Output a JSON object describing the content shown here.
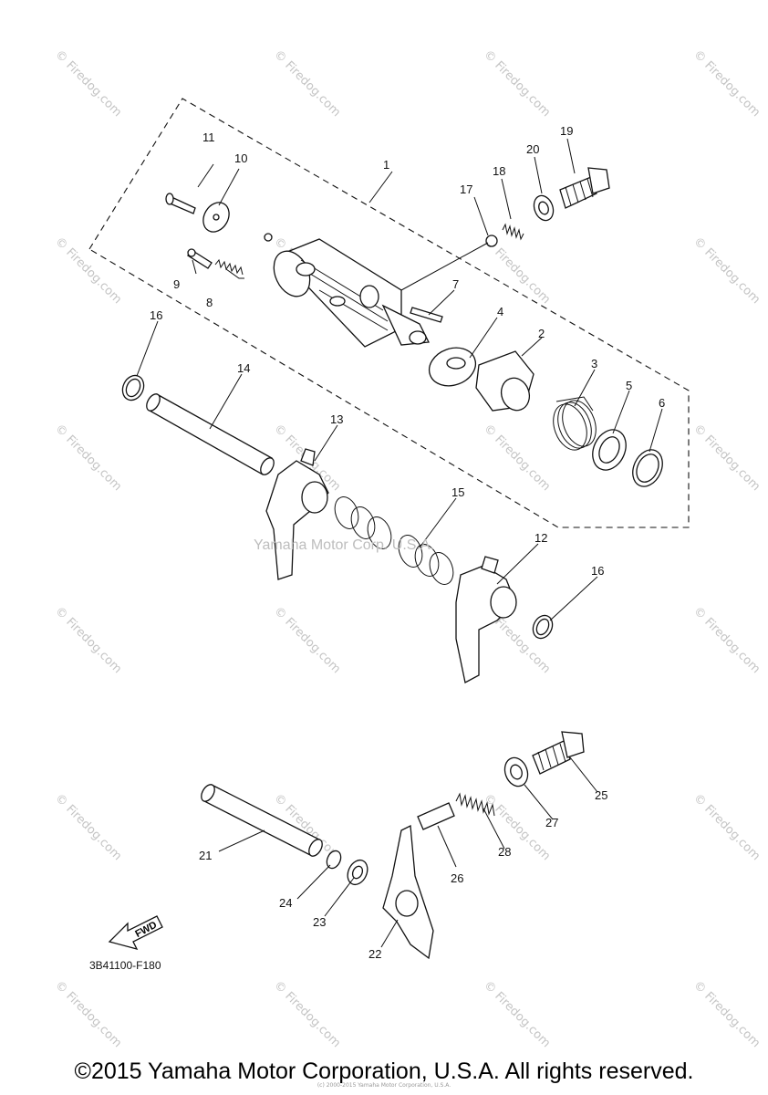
{
  "diagram": {
    "center_watermark": "Yamaha Motor Corp. U.S.A.",
    "small_watermark": "Firedog.com",
    "diagram_code": "3B41100-F180",
    "fwd_label": "FWD",
    "callouts": [
      "1",
      "2",
      "3",
      "4",
      "5",
      "6",
      "7",
      "8",
      "9",
      "10",
      "11",
      "12",
      "13",
      "14",
      "15",
      "16",
      "16",
      "17",
      "18",
      "19",
      "20",
      "21",
      "22",
      "23",
      "24",
      "25",
      "26",
      "27",
      "28"
    ]
  },
  "footer": {
    "copyright": "©2015 Yamaha Motor Corporation, U.S.A. All rights reserved.",
    "fineprint": "(c) 2000-2015 Yamaha Motor Corporation, U.S.A."
  }
}
